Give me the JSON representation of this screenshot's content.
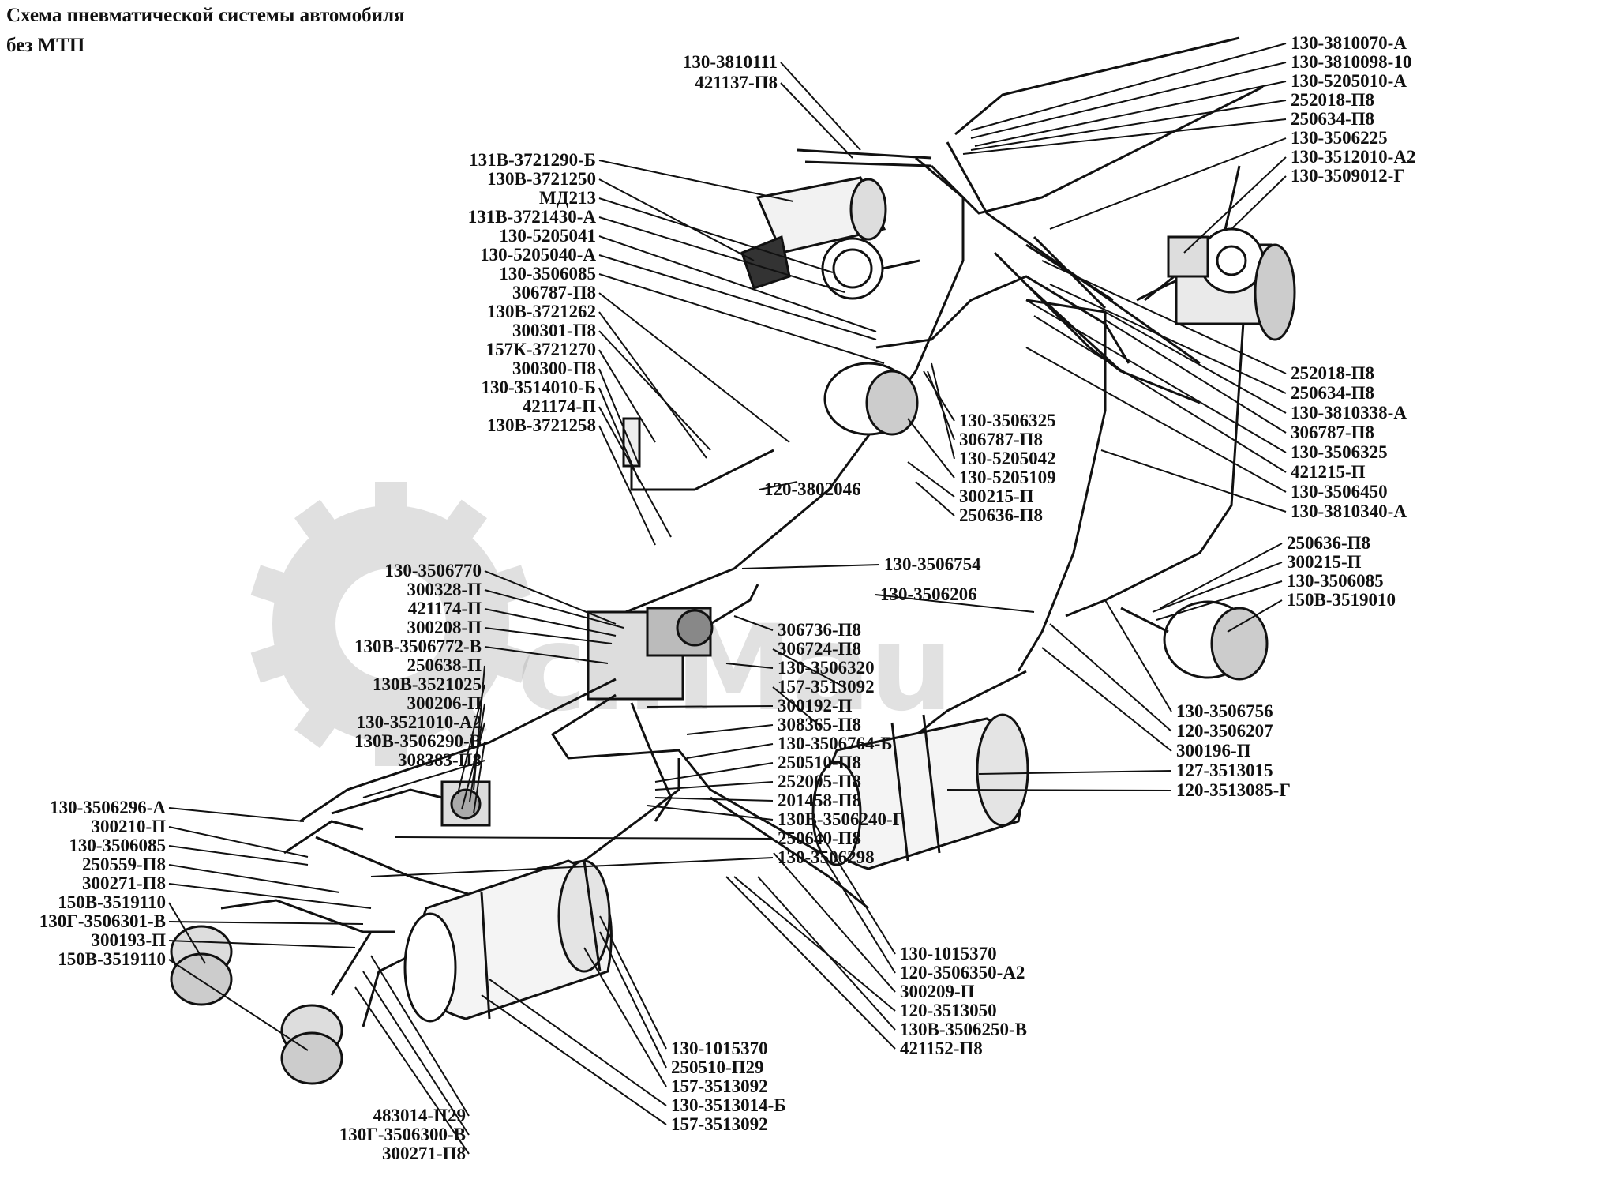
{
  "title": {
    "line1": "Схема пневматической системы автомобиля",
    "line2": "без МТП"
  },
  "watermark": {
    "brand": "SpecMash",
    "text_visible": "cifMau",
    "icon": "gear-icon",
    "color": "#c9c9c9"
  },
  "colors": {
    "ink": "#111111",
    "background": "#ffffff"
  },
  "labels": {
    "top_center": [
      "130-3810111",
      "421137-П8"
    ],
    "right_top": [
      "130-3810070-А",
      "130-3810098-10",
      "130-5205010-А",
      "252018-П8",
      "250634-П8",
      "130-3506225",
      "130-3512010-А2",
      "130-3509012-Г"
    ],
    "left_upper": [
      "131В-3721290-Б",
      "130В-3721250",
      "МД213",
      "131В-3721430-А",
      "130-5205041",
      "130-5205040-А",
      "130-3506085",
      "306787-П8",
      "130В-3721262",
      "300301-П8",
      "157К-3721270",
      "300300-П8",
      "130-3514010-Б",
      "421174-П",
      "130В-3721258"
    ],
    "center_right": [
      "252018-П8",
      "250634-П8",
      "130-3810338-А",
      "306787-П8",
      "130-3506325",
      "421215-П",
      "130-3506450",
      "130-3810340-А"
    ],
    "center_stack": [
      "130-3506325",
      "306787-П8",
      "130-5205042",
      "130-5205109",
      "300215-П",
      "250636-П8"
    ],
    "center_misc": [
      "120-3802046",
      "130-3506754",
      "130-3506206"
    ],
    "right_mid": [
      "250636-П8",
      "300215-П",
      "130-3506085",
      "150В-3519010"
    ],
    "left_mid": [
      "130-3506770",
      "300328-П",
      "421174-П",
      "300208-П",
      "130В-3506772-В",
      "250638-П",
      "130В-3521025",
      "300206-П",
      "130-3521010-А2",
      "130В-3506290-В",
      "308383-П8"
    ],
    "center_mid": [
      "306736-П8",
      "306724-П8",
      "130-3506320",
      "157-3513092",
      "300192-П",
      "308365-П8",
      "130-3506764-Б",
      "250510-П8",
      "252005-П8",
      "201458-П8",
      "130В-3506240-Г",
      "250640-П8",
      "130-3506298"
    ],
    "right_lower": [
      "130-3506756",
      "120-3506207",
      "300196-П",
      "127-3513015",
      "120-3513085-Г"
    ],
    "left_lower": [
      "130-3506296-А",
      "300210-П",
      "130-3506085",
      "250559-П8",
      "300271-П8",
      "150В-3519110",
      "130Г-3506301-В",
      "300193-П",
      "150В-3519110"
    ],
    "bottom_right": [
      "130-1015370",
      "120-3506350-А2",
      "300209-П",
      "120-3513050",
      "130В-3506250-В",
      "421152-П8"
    ],
    "bottom_center": [
      "130-1015370",
      "250510-П29",
      "157-3513092",
      "130-3513014-Б",
      "157-3513092"
    ],
    "bottom_left": [
      "483014-П29",
      "130Г-3506300-В",
      "300271-П8"
    ]
  }
}
